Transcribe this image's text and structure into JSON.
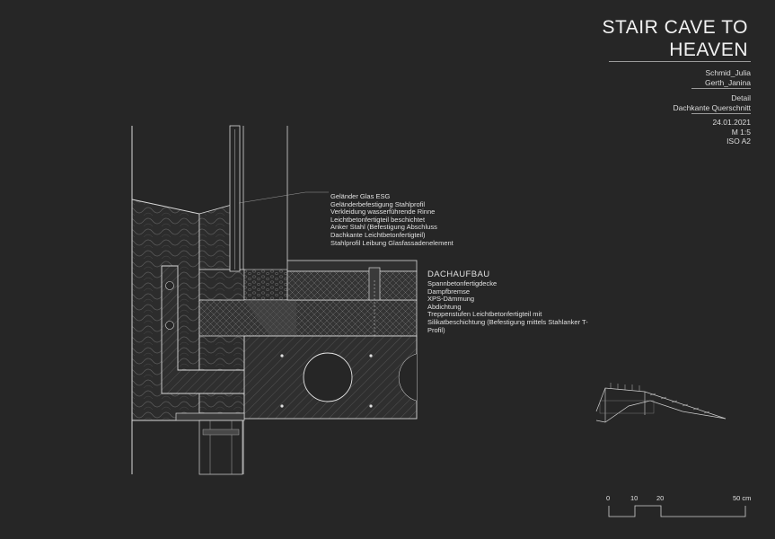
{
  "title": {
    "line1": "STAIR CAVE TO",
    "line2": "HEAVEN"
  },
  "authors": [
    "Schmid_Julia",
    "Gerth_Janina"
  ],
  "sheet": {
    "line1": "Detail",
    "line2": "Dachkante Querschnitt"
  },
  "info": {
    "date": "24.01.2021",
    "scale": "M 1:5",
    "format": "ISO A2"
  },
  "labels_upper": [
    "Geländer Glas ESG",
    "Geländerbefestigung Stahlprofil",
    "Verkleidung wasserführende Rinne",
    "Leichtbetonfertigteil beschichtet",
    "Anker Stahl (Befestigung Abschluss",
    "Dachkante Leichtbetonfertigteil)",
    "Stahlprofil Leibung Glasfassadenelement"
  ],
  "roof": {
    "heading": "DACHAUFBAU",
    "items": [
      "Spannbetonfertigdecke",
      "Dampfbremse",
      "XPS-Dämmung",
      "Abdichtung",
      "Treppenstufen Leichtbetonfertigteil mit",
      "Silikatbeschichtung (Befestigung mittels Stahlanker T-",
      "Profil)"
    ]
  },
  "scale_bar": {
    "l0": "0",
    "l1": "10",
    "l2": "20",
    "l3": "50 cm"
  },
  "colors": {
    "background": "#262626",
    "line": "#e6e6e6"
  }
}
